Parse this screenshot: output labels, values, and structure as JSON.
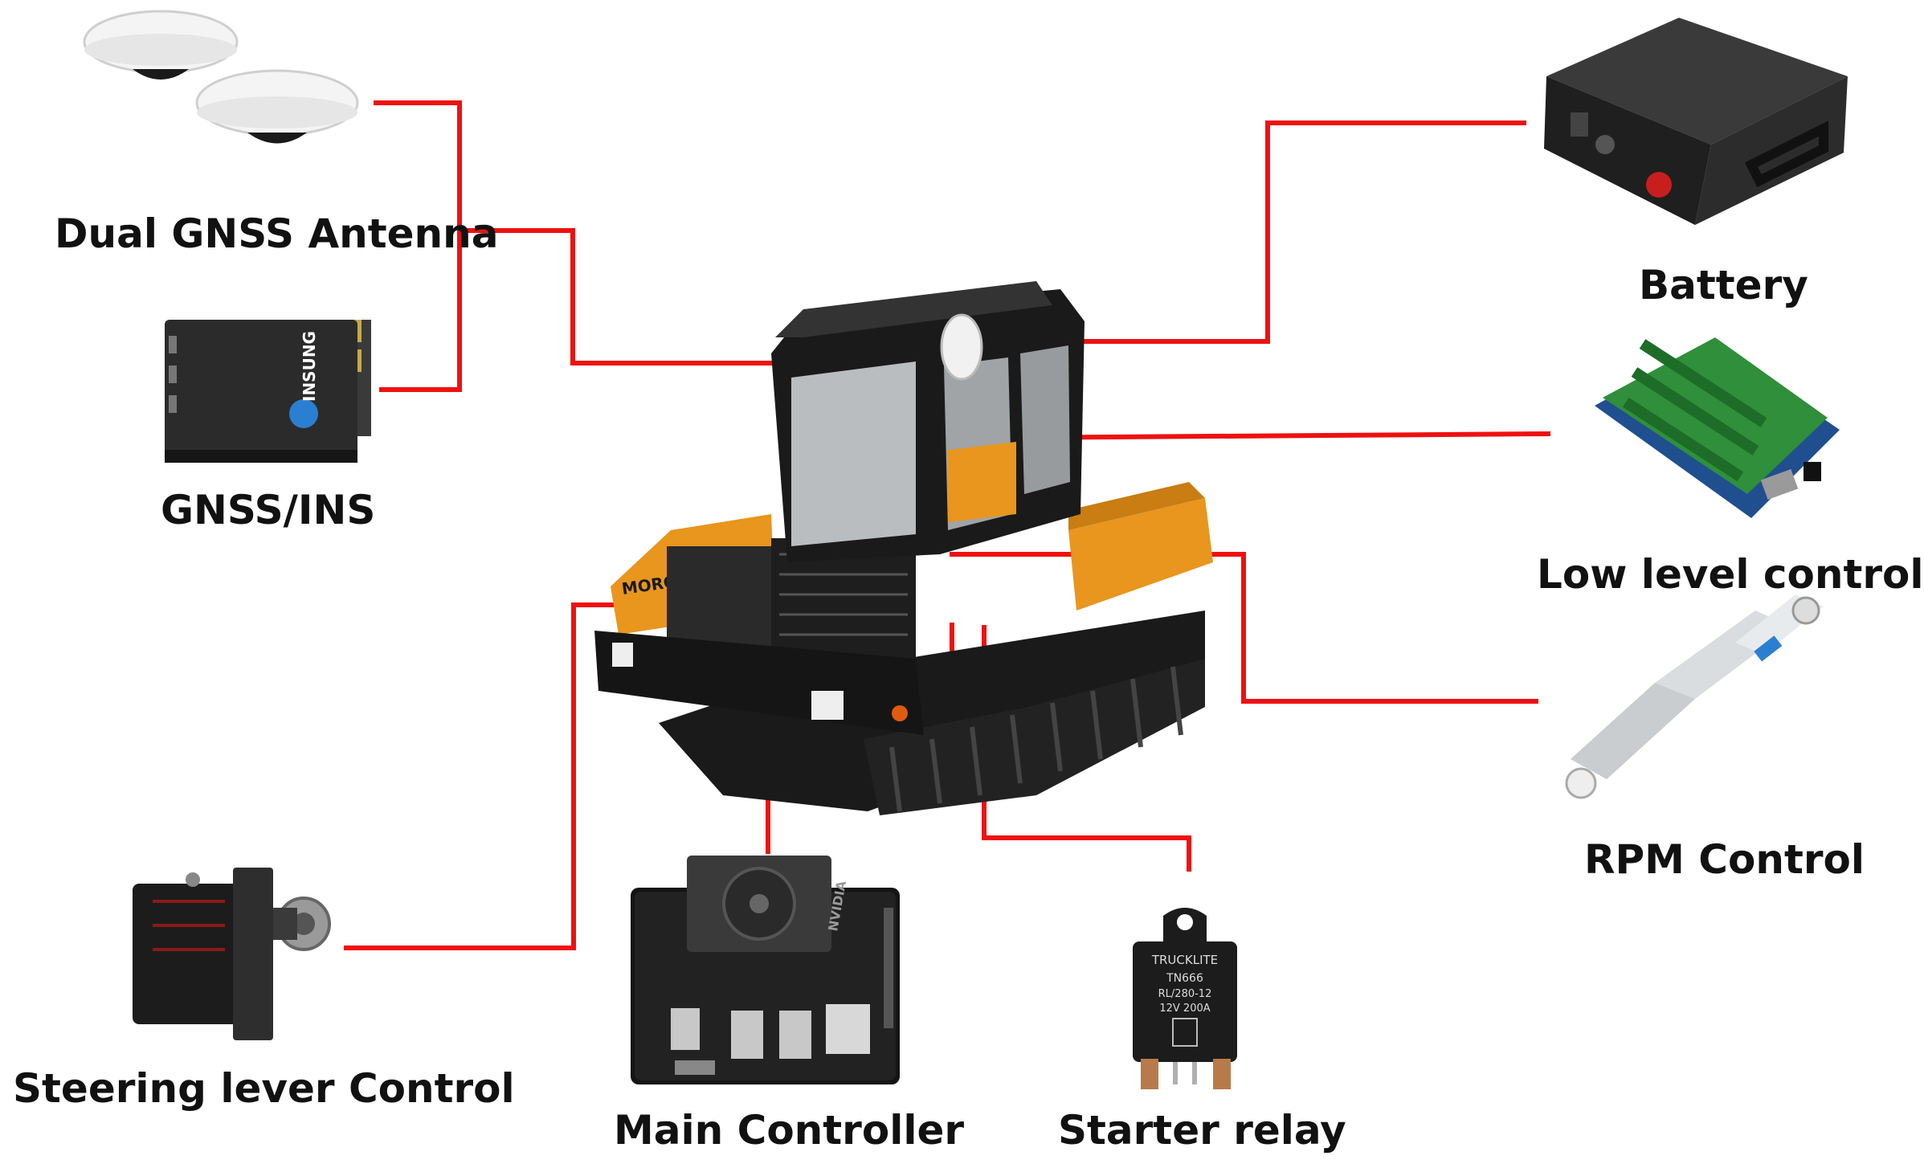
{
  "colors": {
    "connector": "#ee1111",
    "device_dark": "#2b2b2b",
    "device_black": "#1c1c1c",
    "vehicle_orange": "#e8961e",
    "pcb_green": "#2f8f3a",
    "pcb_blue": "#1f4f8f",
    "actuator_silver": "#d9dde0"
  },
  "labels": {
    "dual_gnss_antenna": "Dual GNSS Antenna",
    "gnss_ins": "GNSS/INS",
    "battery": "Battery",
    "low_level_controller": "Low level controller",
    "rpm_control": "RPM Control",
    "steering_lever_control": "Steering lever Control",
    "main_controller": "Main Controller",
    "starter_relay": "Starter relay"
  },
  "icons": {
    "antenna": "gnss-antenna-icon",
    "ins": "gnss-ins-module-icon",
    "battery": "battery-pack-icon",
    "llc": "terminal-board-icon",
    "rpm": "linear-actuator-icon",
    "steering": "servo-motor-icon",
    "main": "jetson-board-icon",
    "relay": "relay-icon",
    "vehicle": "tracked-carrier-icon"
  },
  "device_print": {
    "ins_brand": "INSUNG",
    "vehicle_brand": "MOROOKA",
    "relay_brand": "TRUCKLITE",
    "relay_model": "TN666",
    "relay_spec1": "RL/280-12",
    "relay_spec2": "12V 200A",
    "main_brand": "NVIDIA"
  }
}
